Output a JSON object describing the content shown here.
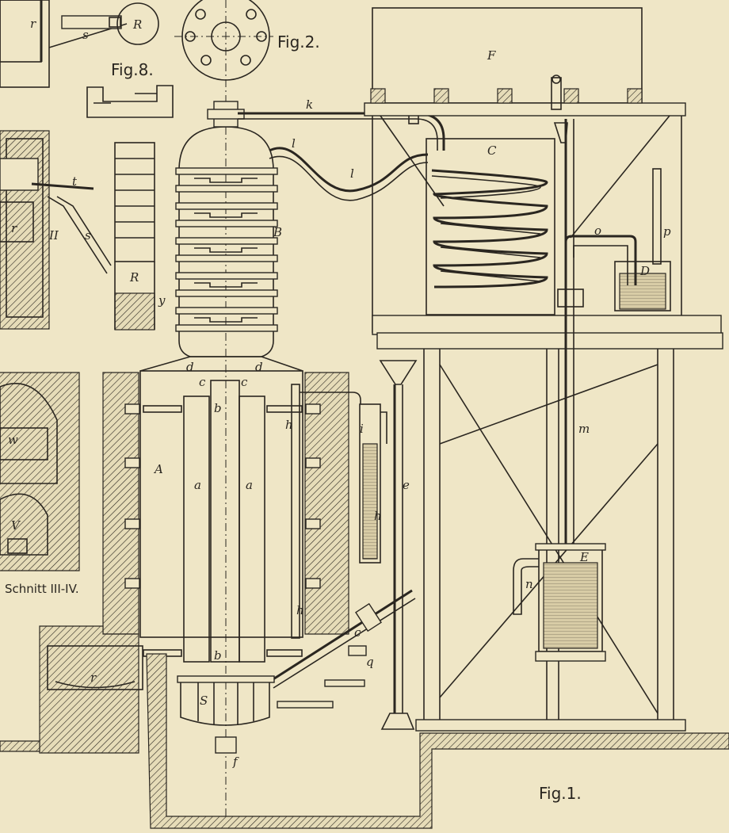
{
  "figures": {
    "fig1": "Fig.1.",
    "fig2": "Fig.2.",
    "fig8": "Fig.8.",
    "section": "Schnitt III-IV."
  },
  "labels": {
    "A": "A",
    "B": "B",
    "C": "C",
    "D": "D",
    "E": "E",
    "F": "F",
    "R": "R",
    "V": "V",
    "II": "II",
    "a": "a",
    "b": "b",
    "c": "c",
    "d": "d",
    "e": "e",
    "f": "f",
    "h": "h",
    "i": "i",
    "k": "k",
    "l": "l",
    "m": "m",
    "n": "n",
    "o": "o",
    "p": "p",
    "q": "q",
    "r": "r",
    "s": "s",
    "t": "t",
    "w": "w",
    "y": "y",
    "S": "S"
  },
  "colors": {
    "paper": "#efe6c6",
    "ink": "#2a2620"
  }
}
